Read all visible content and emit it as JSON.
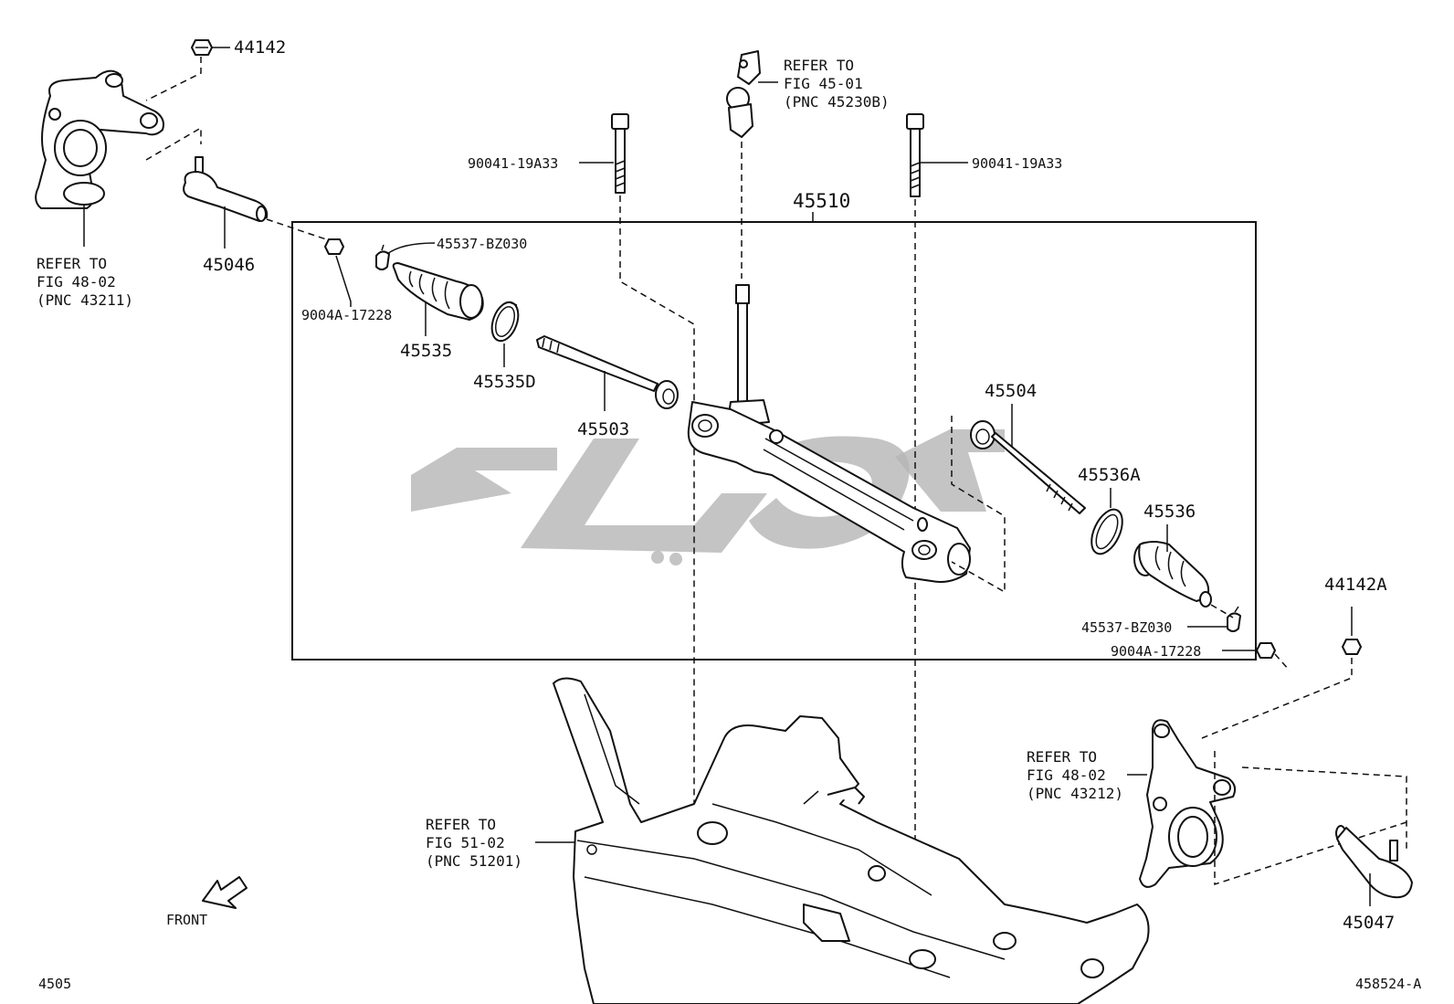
{
  "labels": {
    "p44142": "44142",
    "p44142a": "44142A",
    "p45046": "45046",
    "p45047": "45047",
    "p45510": "45510",
    "p45535": "45535",
    "p45535d": "45535D",
    "p45503": "45503",
    "p45504": "45504",
    "p45536a": "45536A",
    "p45536": "45536",
    "p45537_left": "45537-BZ030",
    "p45537_right": "45537-BZ030",
    "p9004a_left": "9004A-17228",
    "p9004a_right": "9004A-17228",
    "p90041_left": "90041-19A33",
    "p90041_right": "90041-19A33"
  },
  "refs": {
    "left_knuckle": [
      "REFER TO",
      "FIG 48-02",
      "(PNC 43211)"
    ],
    "steering_shaft": [
      "REFER TO",
      "FIG 45-01",
      "(PNC 45230B)"
    ],
    "right_knuckle": [
      "REFER TO",
      "FIG 48-02",
      "(PNC 43212)"
    ],
    "crossmember": [
      "REFER TO",
      "FIG 51-02",
      "(PNC 51201)"
    ]
  },
  "footer": {
    "front": "FRONT",
    "figure_code": "4505",
    "illustration_id": "458524-A"
  }
}
